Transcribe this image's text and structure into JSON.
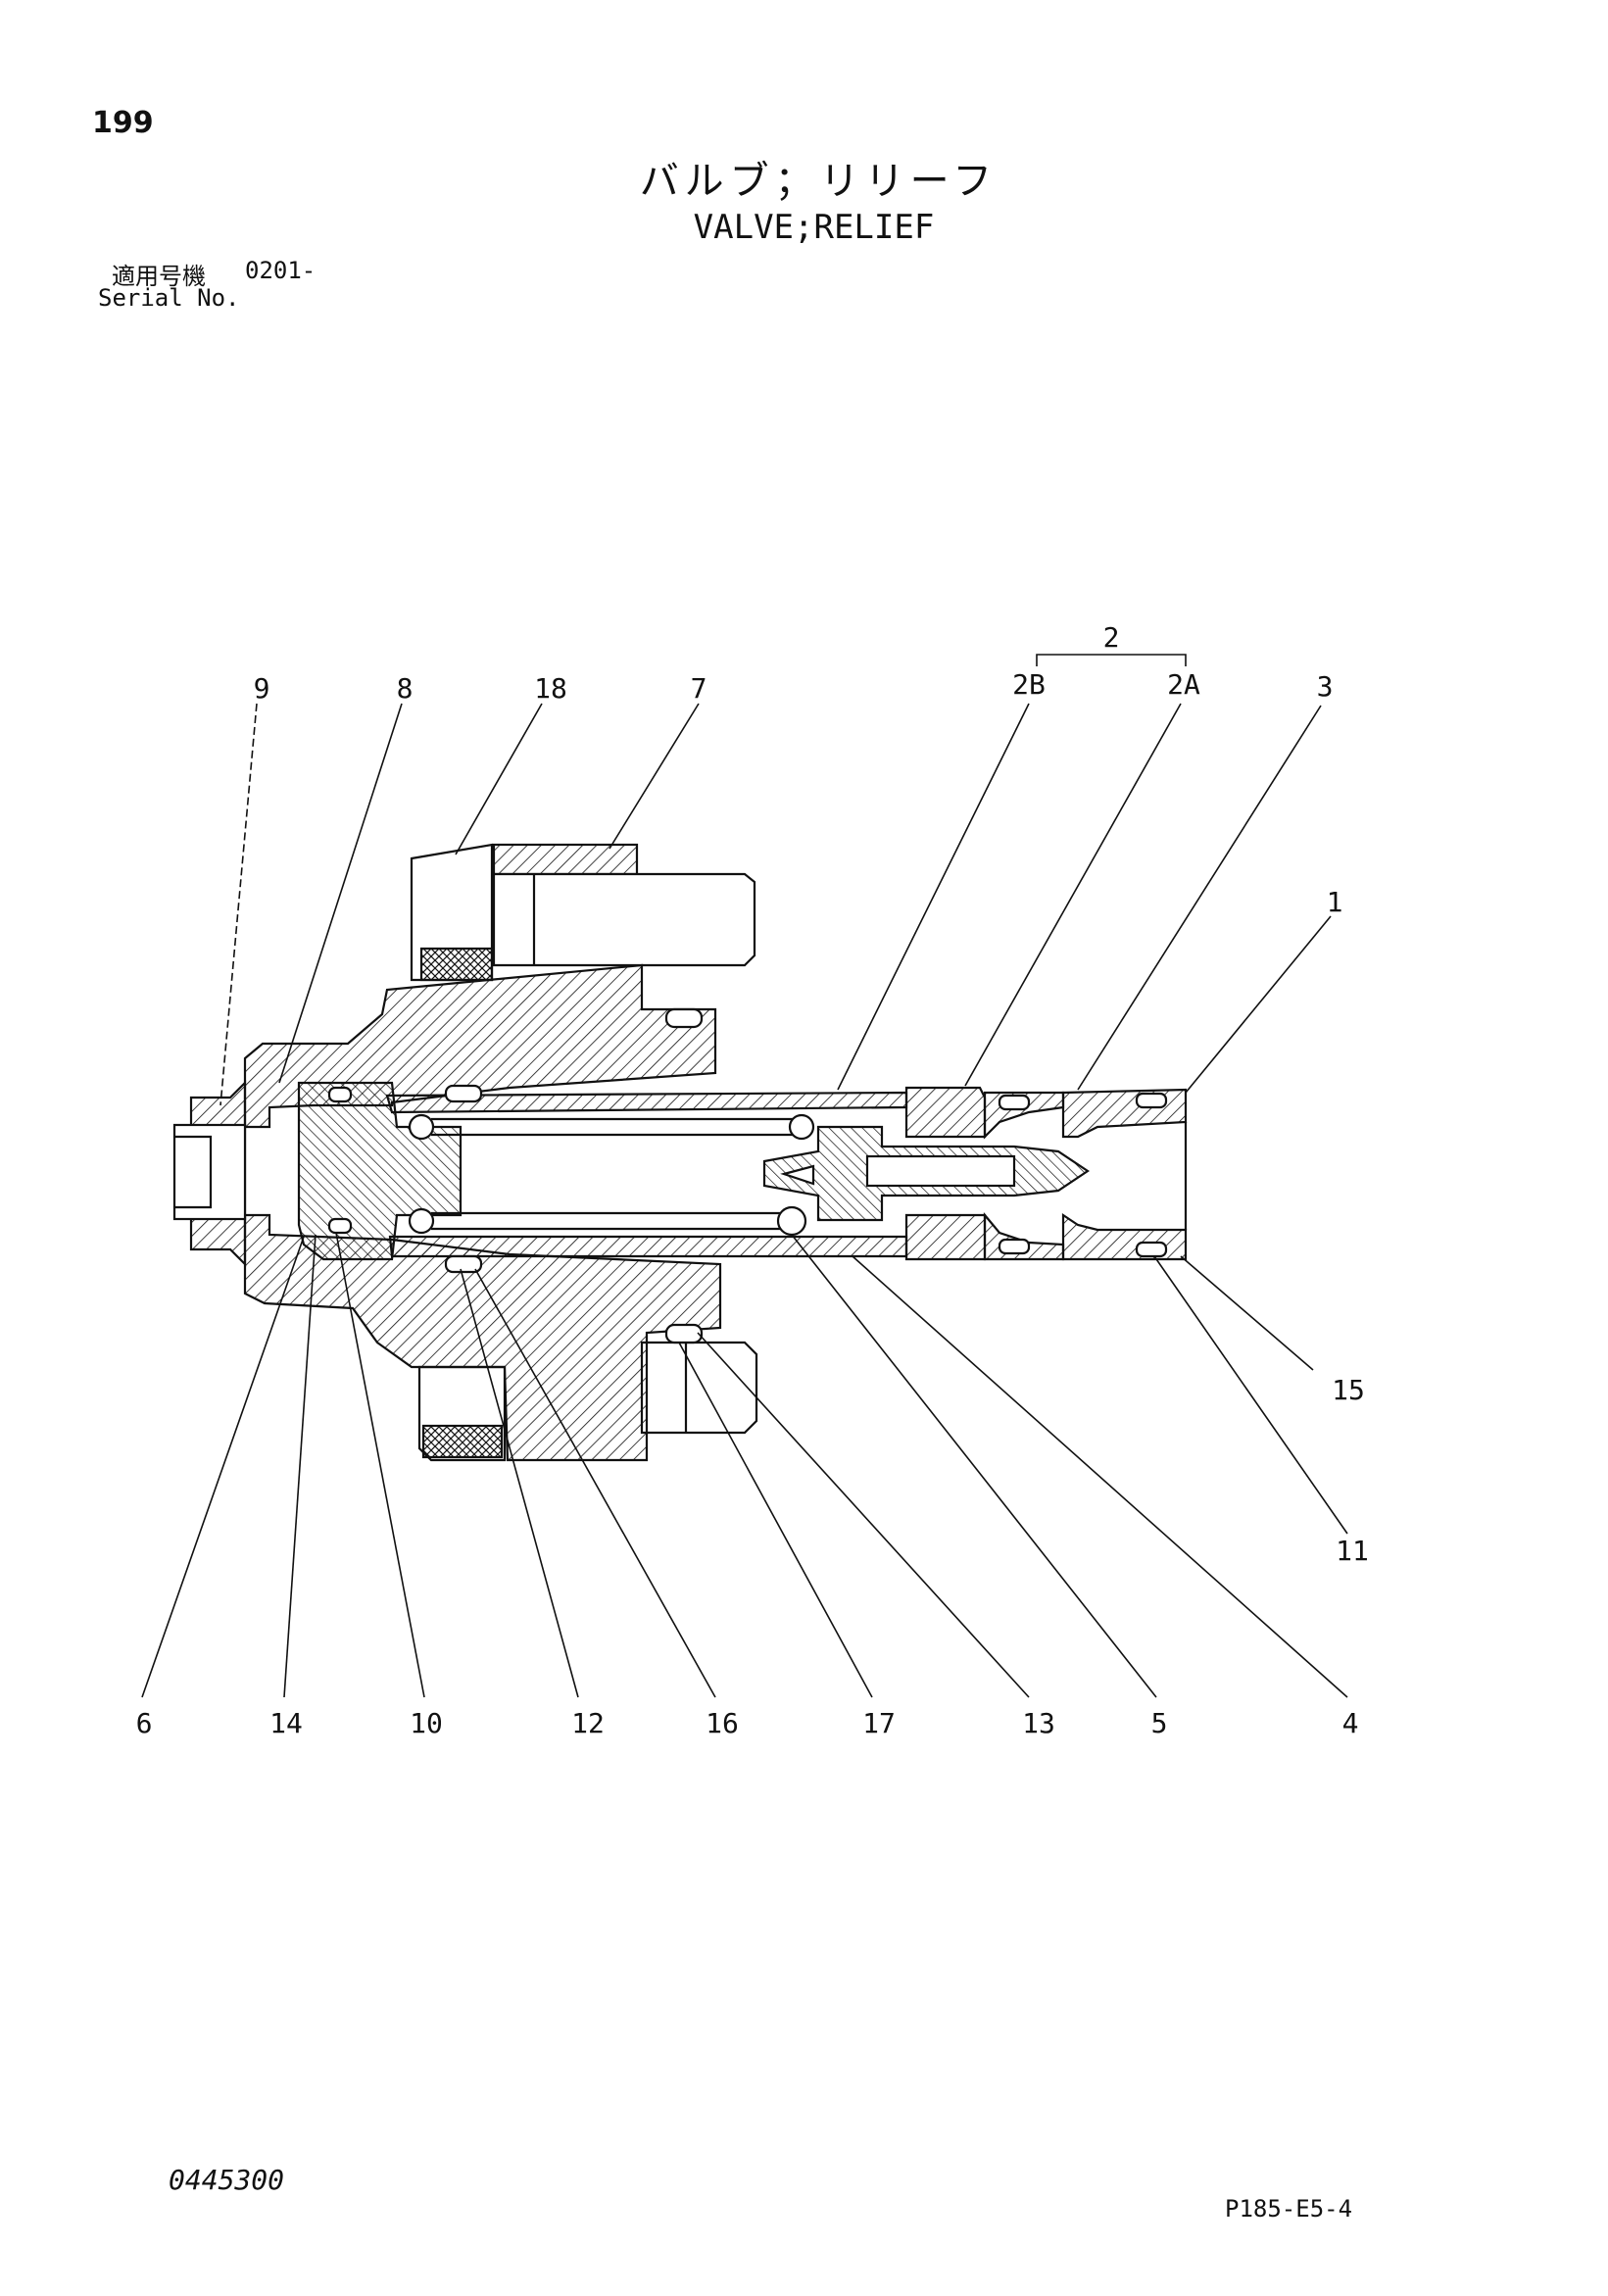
{
  "page_number": "199",
  "title_jp": "バルブ；リリーフ",
  "title_en": "VALVE;RELIEF",
  "serial": {
    "label_jp": "適用号機",
    "label_en": "Serial No.",
    "value": "0201-"
  },
  "doc_number": "0445300",
  "page_code": "P185-E5-4",
  "labels": {
    "l2": "2",
    "l2b": "2B",
    "l2a": "2A",
    "l3": "3",
    "l1": "1",
    "l9": "9",
    "l8": "8",
    "l18": "18",
    "l7": "7",
    "l15": "15",
    "l11": "11",
    "l6": "6",
    "l14": "14",
    "l10": "10",
    "l12": "12",
    "l16": "16",
    "l17": "17",
    "l13": "13",
    "l5": "5",
    "l4": "4"
  },
  "colors": {
    "ink": "#111111",
    "background": "#ffffff"
  }
}
